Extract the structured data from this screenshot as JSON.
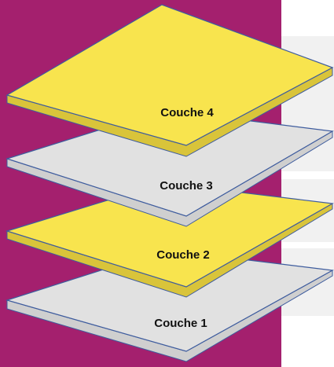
{
  "colors": {
    "background_panel": "#A4206E",
    "layer_yellow": "#F8E44E",
    "layer_grey": "#E1E1E1",
    "layer_outline": "#3E5C9E",
    "label": "#111111"
  },
  "layers": [
    {
      "id": "couche-1",
      "label": "Couche 1",
      "color": "grey"
    },
    {
      "id": "couche-2",
      "label": "Couche 2",
      "color": "yellow"
    },
    {
      "id": "couche-3",
      "label": "Couche 3",
      "color": "grey"
    },
    {
      "id": "couche-4",
      "label": "Couche 4",
      "color": "yellow"
    }
  ]
}
